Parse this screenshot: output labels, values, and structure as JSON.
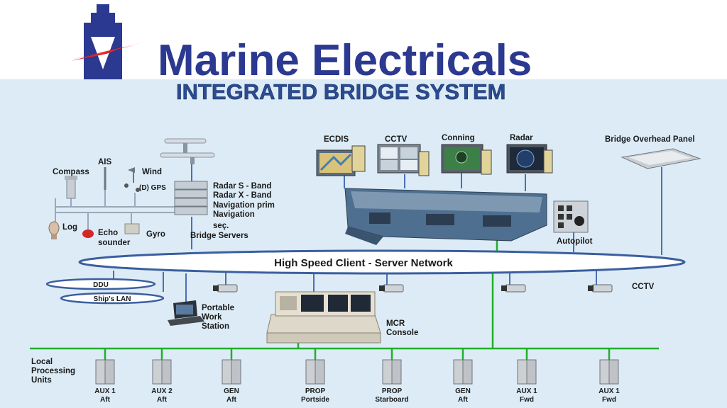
{
  "header": {
    "brand": "Marine Electricals",
    "subtitle": "INTEGRATED BRIDGE SYSTEM",
    "logo": "ship-lightning-logo",
    "colors": {
      "brand": "#2b3990",
      "bolt": "#e8232a",
      "diagram_bg": "#dcebf5",
      "network": "#3a5fa0",
      "lan": "#20b028"
    }
  },
  "sensors": {
    "compass": "Compass",
    "ais": "AIS",
    "wind": "Wind",
    "gps": "(D) GPS",
    "log": "Log",
    "echo_1": "Echo",
    "echo_2": "sounder",
    "gyro": "Gyro"
  },
  "servers": {
    "radar_s": "Radar S - Band",
    "radar_x": "Radar X - Band",
    "nav_prim": "Navigation prim",
    "nav_1": "Navigation",
    "nav_2": "seç.",
    "bridge_servers": "Bridge Servers"
  },
  "monitors": [
    "ECDIS",
    "CCTV",
    "Conning",
    "Radar"
  ],
  "overhead_panel": "Bridge Overhead Panel",
  "autopilot": "Autopilot",
  "network": {
    "main": "High Speed Client - Server Network",
    "ddu": "DDU",
    "ships_lan": "Ship's LAN"
  },
  "cctv_label": "CCTV",
  "workstation": {
    "line1": "Portable",
    "line2": "Work",
    "line3": "Station"
  },
  "mcr": {
    "line1": "MCR",
    "line2": "Console"
  },
  "lpu": {
    "line1": "Local",
    "line2": "Processing",
    "line3": "Units"
  },
  "units": [
    {
      "name": "AUX 1",
      "loc": "Aft"
    },
    {
      "name": "AUX 2",
      "loc": "Aft"
    },
    {
      "name": "GEN",
      "loc": "Aft"
    },
    {
      "name": "PROP",
      "loc": "Portside"
    },
    {
      "name": "PROP",
      "loc": "Starboard"
    },
    {
      "name": "GEN",
      "loc": "Aft"
    },
    {
      "name": "AUX 1",
      "loc": "Fwd"
    },
    {
      "name": "AUX 1",
      "loc": "Fwd"
    }
  ]
}
